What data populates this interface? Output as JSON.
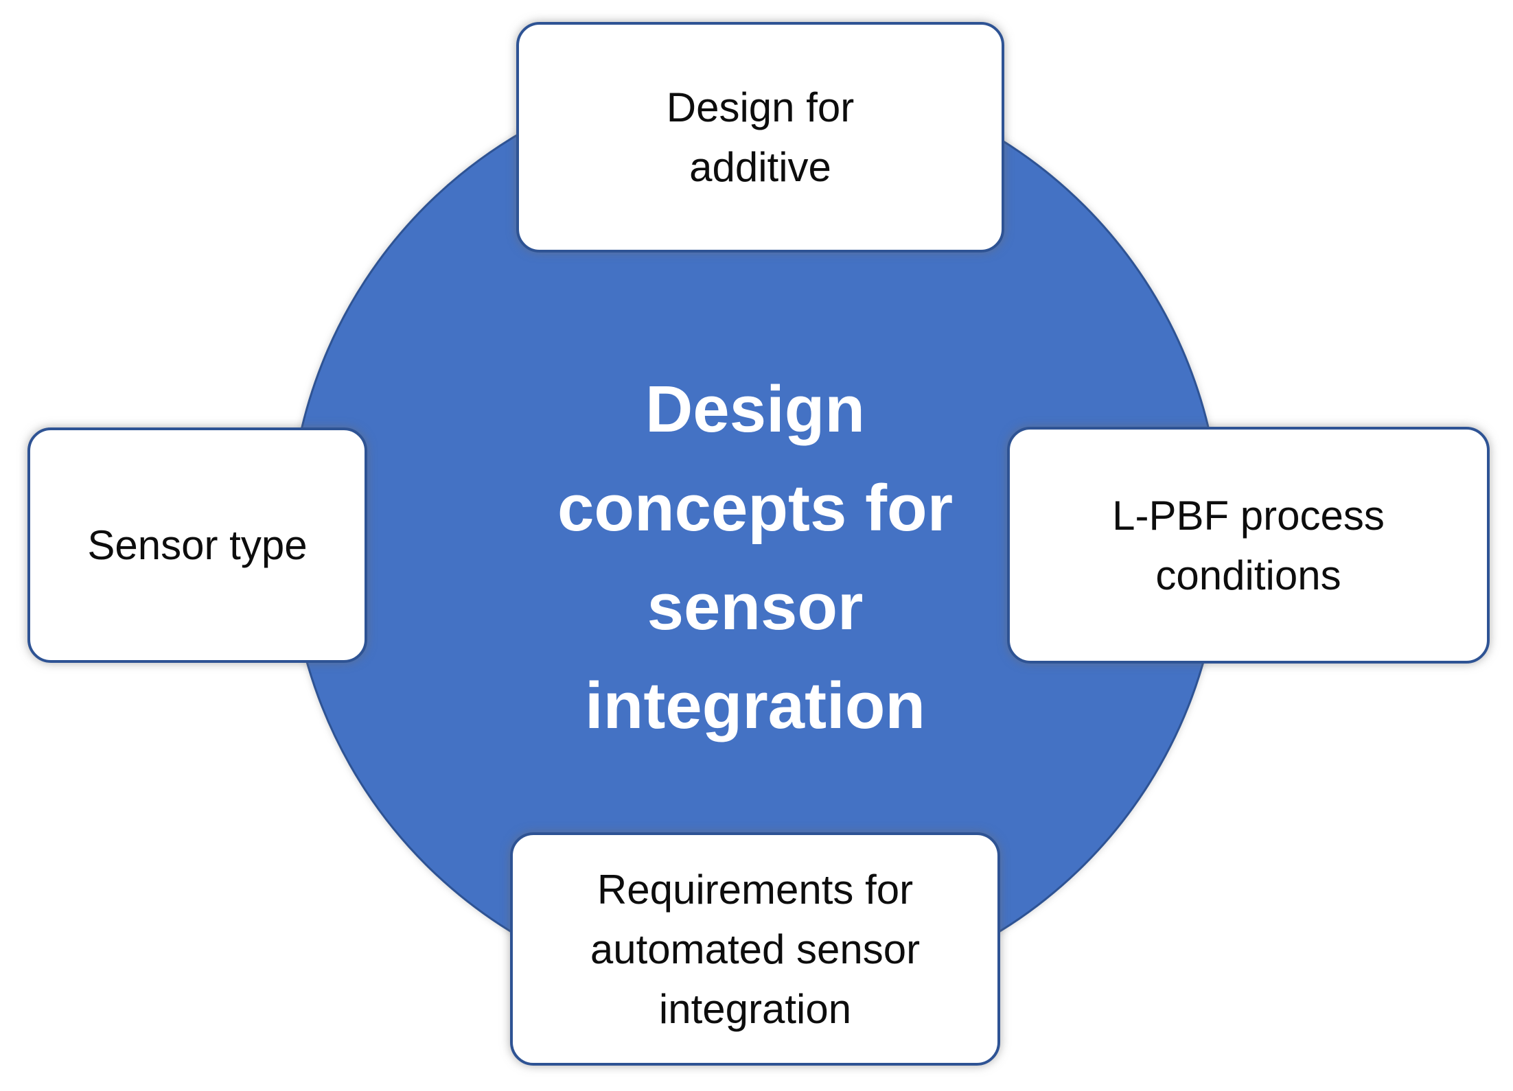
{
  "diagram": {
    "center": {
      "lines": [
        "Design",
        "concepts for",
        "sensor",
        "integration"
      ]
    },
    "nodes": {
      "top": {
        "lines": [
          "Design for",
          "additive"
        ]
      },
      "right": {
        "lines": [
          "L-PBF process",
          "conditions"
        ]
      },
      "bottom": {
        "lines": [
          "Requirements for",
          "automated sensor",
          "integration"
        ]
      },
      "left": {
        "lines": [
          "Sensor type"
        ]
      }
    },
    "colors": {
      "circle_fill": "#4472C4",
      "shape_outline": "#2E5394",
      "node_fill": "#FFFFFF",
      "center_text": "#FFFFFF",
      "node_text": "#0D0D0D"
    }
  }
}
